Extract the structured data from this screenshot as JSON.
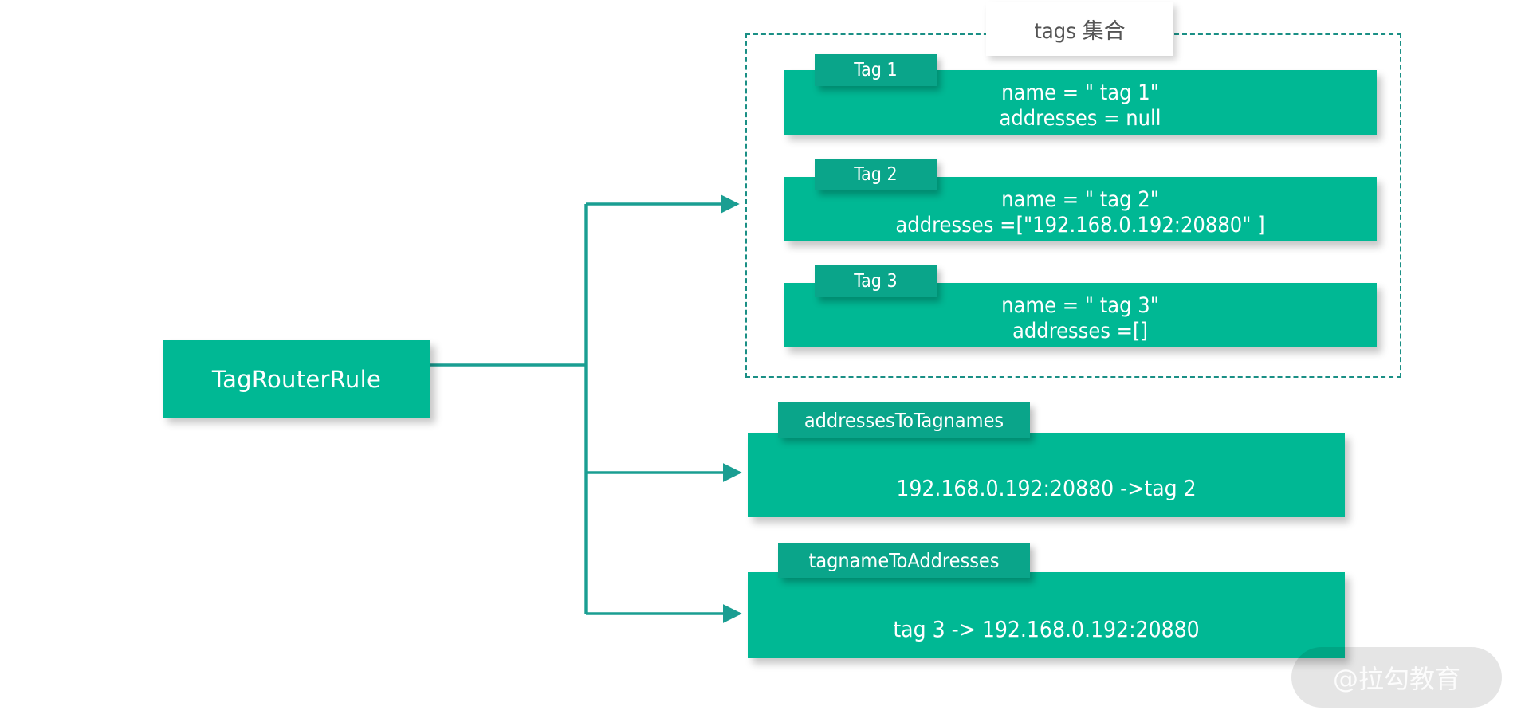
{
  "diagram": {
    "root": {
      "label": "TagRouterRule"
    },
    "group": {
      "label": "tags 集合",
      "tags": [
        {
          "chip": "Tag 1",
          "line1": "name = \" tag 1\"",
          "line2": "addresses = null"
        },
        {
          "chip": "Tag 2",
          "line1": "name = \" tag 2\"",
          "line2": "addresses =[\"192.168.0.192:20880\" ]"
        },
        {
          "chip": "Tag 3",
          "line1": "name = \" tag 3\"",
          "line2": "addresses =[]"
        }
      ]
    },
    "maps": [
      {
        "chip": "addressesToTagnames",
        "entry": "192.168.0.192:20880 ->tag 2"
      },
      {
        "chip": "tagnameToAddresses",
        "entry": "tag 3 -> 192.168.0.192:20880"
      }
    ],
    "watermark": "@拉勾教育",
    "colors": {
      "box_fill": "#00b894",
      "chip_fill": "#0aa58a",
      "connector": "#1a9e92",
      "dashed_border": "#1a8f85",
      "label_text": "#555555"
    }
  }
}
